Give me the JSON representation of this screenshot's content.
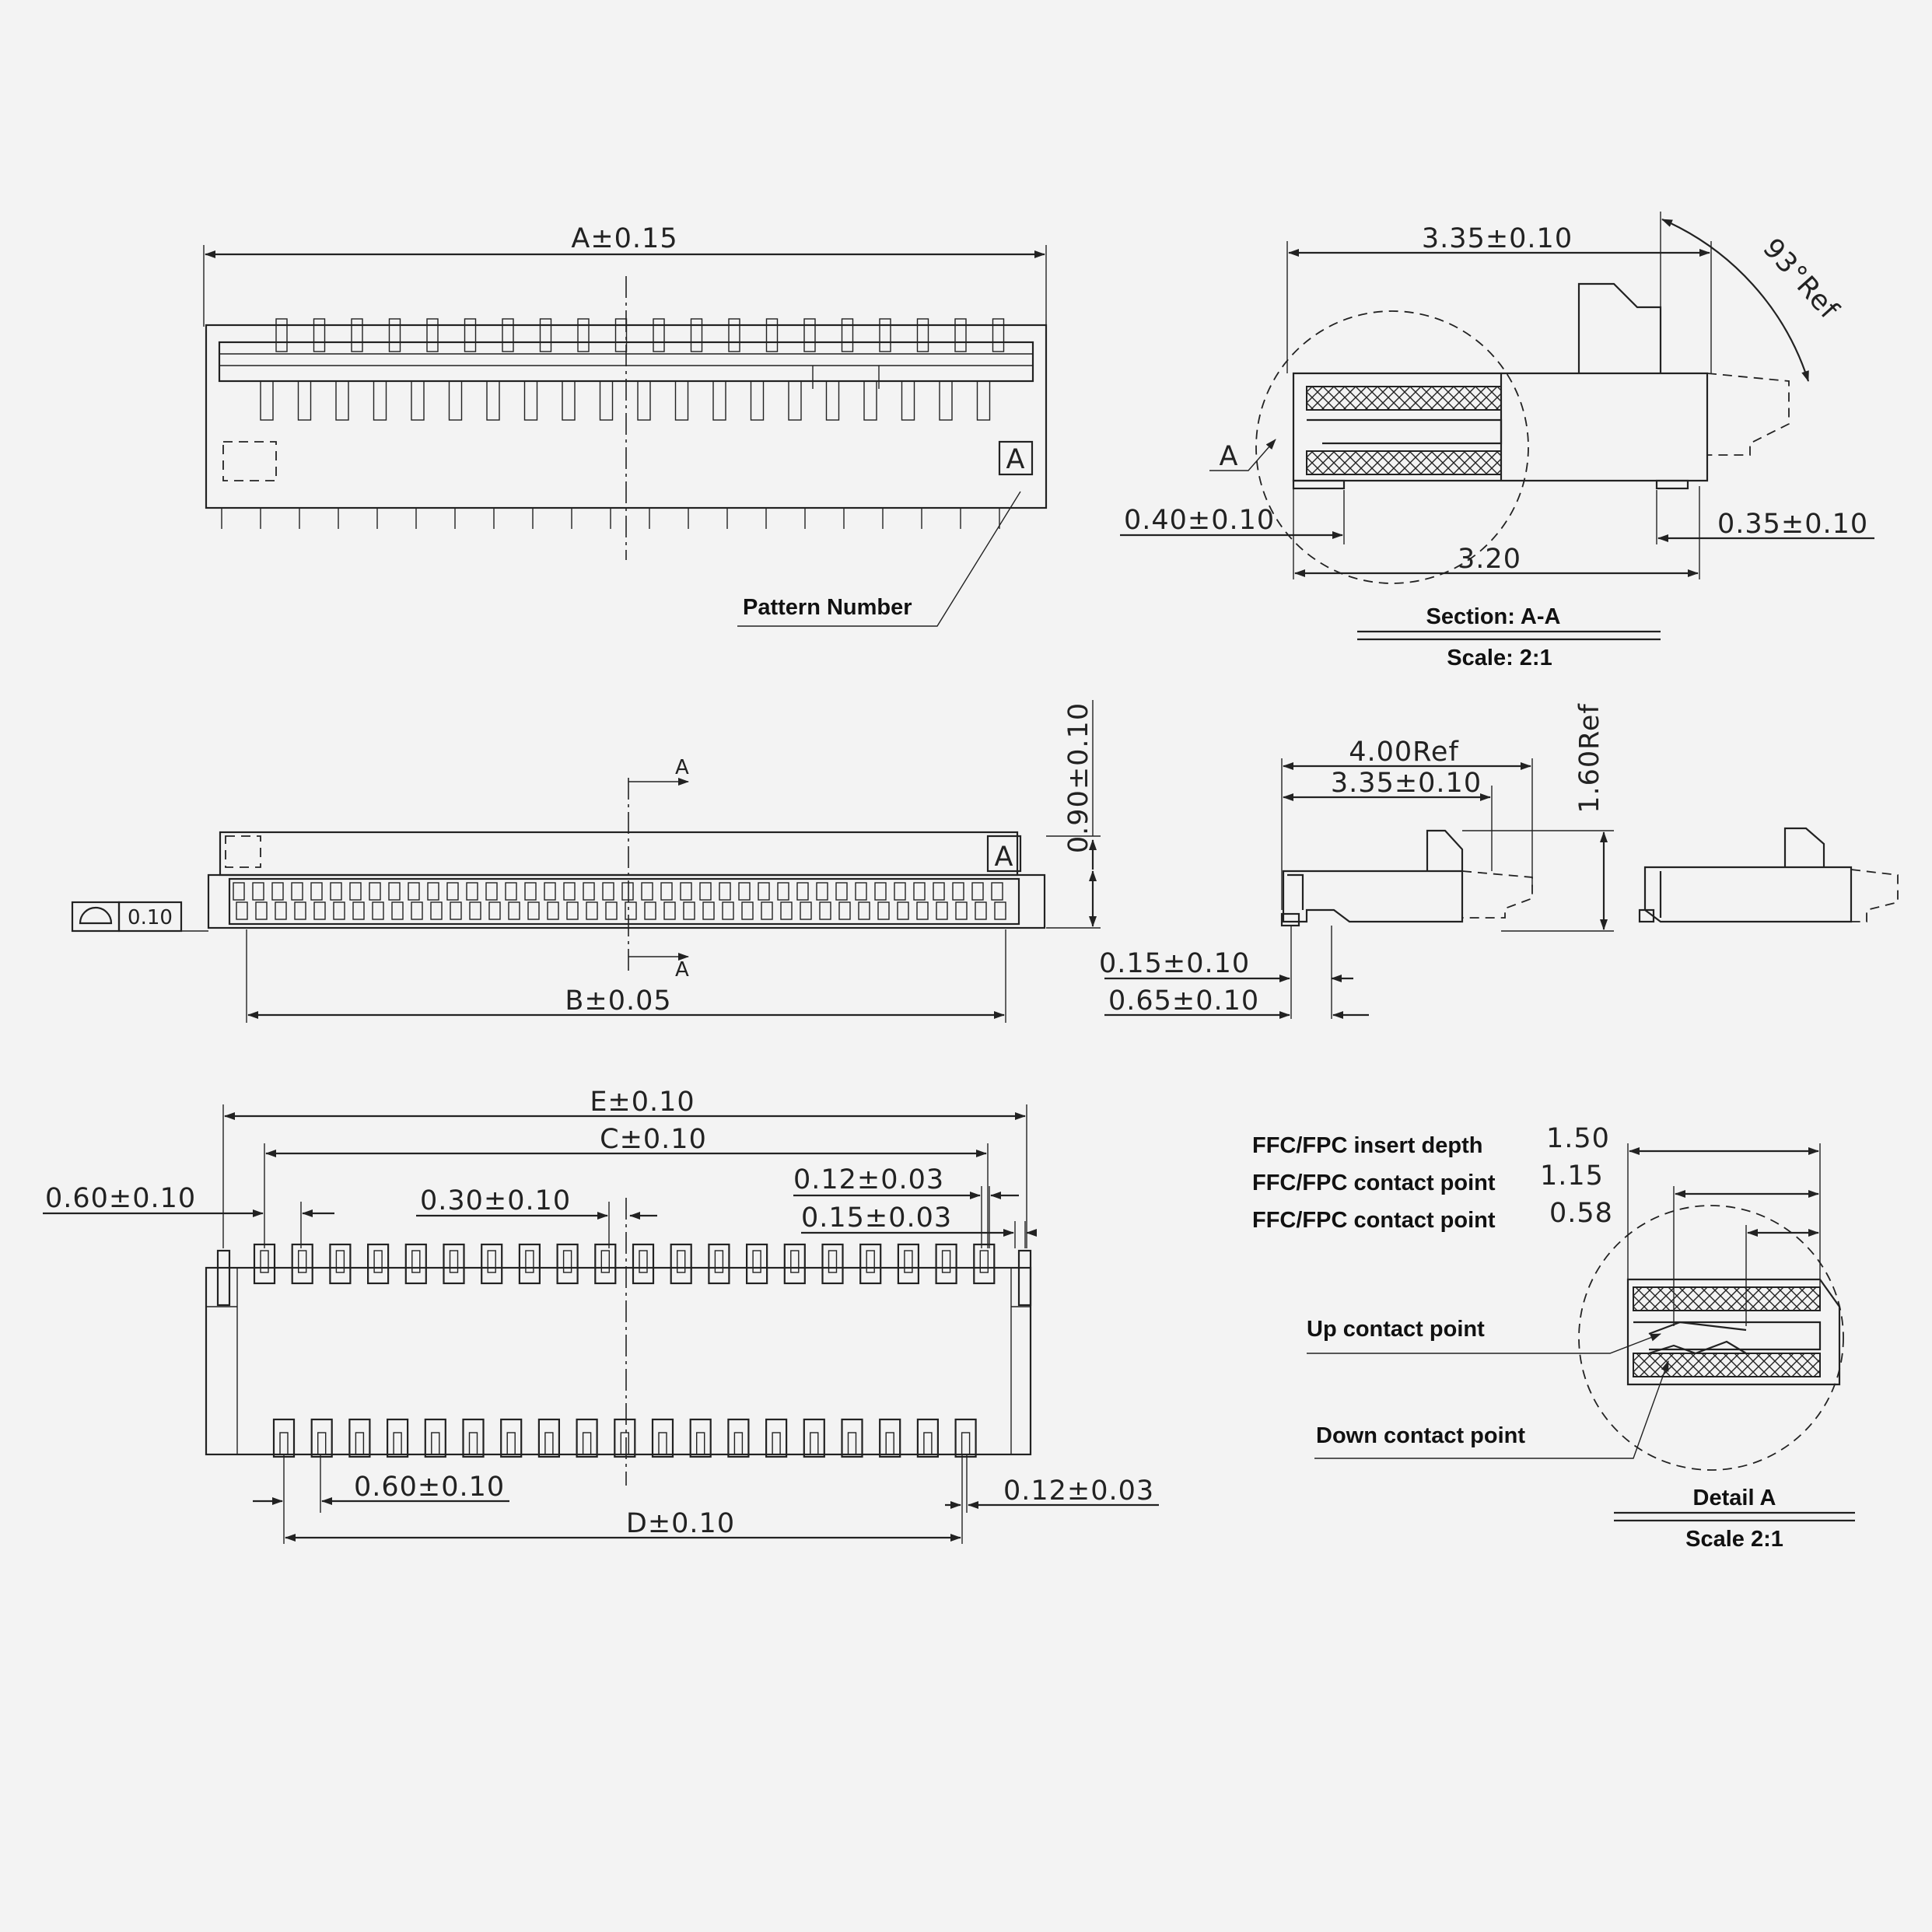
{
  "top_view": {
    "dim_a": "A±0.15",
    "pattern_label": "Pattern Number",
    "pattern_mark": "A"
  },
  "section": {
    "dim_width": "3.35±0.10",
    "dim_angle": "93°Ref",
    "cut_label": "A",
    "dim_left": "0.40±0.10",
    "dim_right": "0.35±0.10",
    "dim_total": "3.20",
    "title": "Section: A-A",
    "scale": "Scale: 2:1"
  },
  "front_view": {
    "dim_height": "0.90±0.10",
    "section_mark_top": "A",
    "section_mark_bottom": "A",
    "flatness_value": "0.10",
    "dim_b": "B±0.05",
    "pattern_mark": "A"
  },
  "side_view": {
    "dim_overall": "4.00Ref",
    "dim_body": "3.35±0.10",
    "dim_height": "1.60Ref",
    "dim_step": "0.15±0.10",
    "dim_foot": "0.65±0.10"
  },
  "bottom_view": {
    "dim_e": "E±0.10",
    "dim_c": "C±0.10",
    "dim_left_offset": "0.60±0.10",
    "dim_pitch_half": "0.30±0.10",
    "dim_pin_width_top": "0.12±0.03",
    "dim_pin_gap": "0.15±0.03",
    "dim_pitch_bottom": "0.60±0.10",
    "dim_pin_width_bottom": "0.12±0.03",
    "dim_d": "D±0.10"
  },
  "detail": {
    "row1_label": "FFC/FPC insert depth",
    "row1_value": "1.50",
    "row2_label": "FFC/FPC contact point",
    "row2_value": "1.15",
    "row3_label": "FFC/FPC contact point",
    "row3_value": "0.58",
    "up_label": "Up contact point",
    "down_label": "Down contact point",
    "title": "Detail A",
    "scale": "Scale 2:1"
  }
}
